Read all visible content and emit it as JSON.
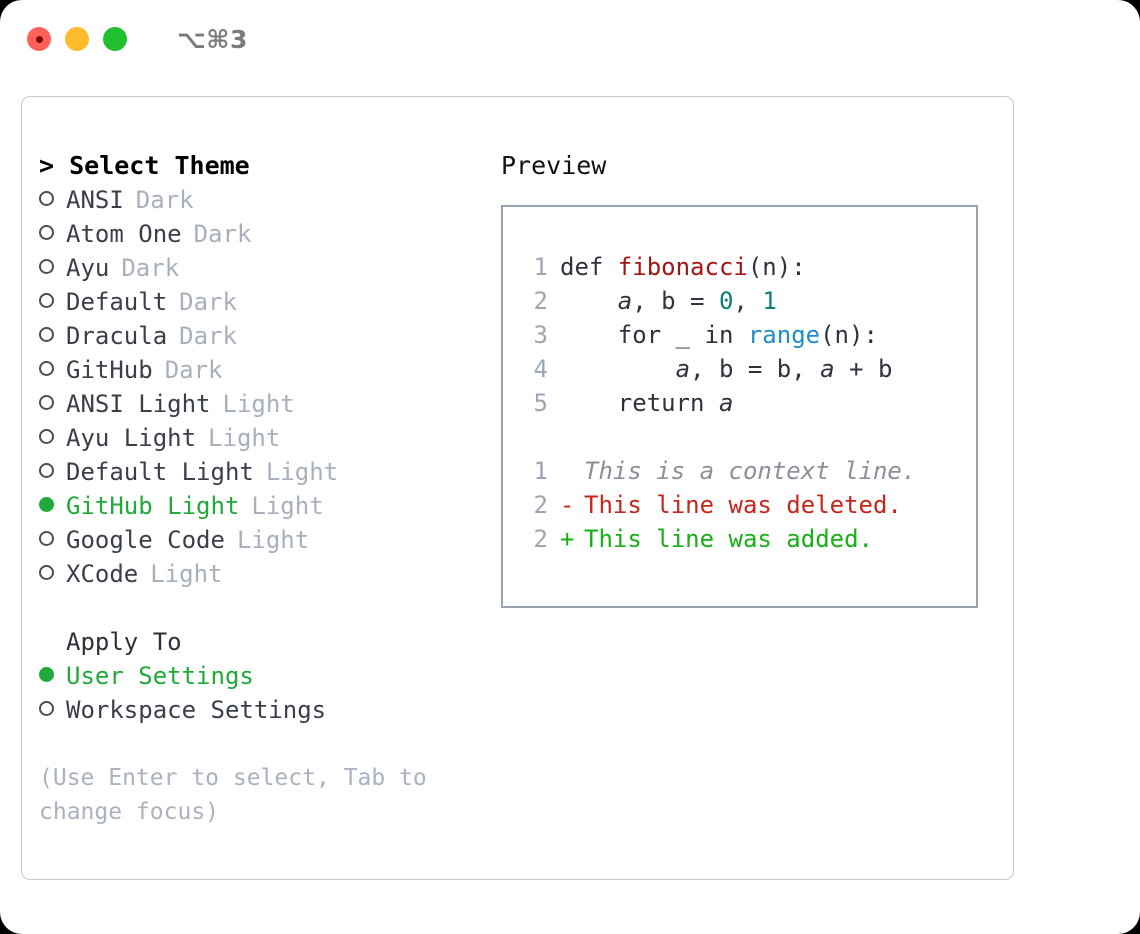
{
  "window": {
    "shortcut": "⌥⌘3",
    "traffic_lights": [
      "close",
      "minimize",
      "maximize"
    ]
  },
  "theme_picker": {
    "header": "> Select Theme",
    "themes": [
      {
        "name": "ANSI",
        "variant": "Dark",
        "selected": false
      },
      {
        "name": "Atom One",
        "variant": "Dark",
        "selected": false
      },
      {
        "name": "Ayu",
        "variant": "Dark",
        "selected": false
      },
      {
        "name": "Default",
        "variant": "Dark",
        "selected": false
      },
      {
        "name": "Dracula",
        "variant": "Dark",
        "selected": false
      },
      {
        "name": "GitHub",
        "variant": "Dark",
        "selected": false
      },
      {
        "name": "ANSI Light",
        "variant": "Light",
        "selected": false
      },
      {
        "name": "Ayu Light",
        "variant": "Light",
        "selected": false
      },
      {
        "name": "Default Light",
        "variant": "Light",
        "selected": false
      },
      {
        "name": "GitHub Light",
        "variant": "Light",
        "selected": true
      },
      {
        "name": "Google Code",
        "variant": "Light",
        "selected": false
      },
      {
        "name": "XCode",
        "variant": "Light",
        "selected": false
      }
    ]
  },
  "apply_to": {
    "label": "Apply To",
    "options": [
      {
        "name": "User Settings",
        "selected": true
      },
      {
        "name": "Workspace Settings",
        "selected": false
      }
    ]
  },
  "hint": "(Use Enter to select, Tab to change focus)",
  "preview": {
    "title": "Preview",
    "code_lines": [
      {
        "number": "1",
        "tokens": [
          {
            "text": "def ",
            "type": "kw"
          },
          {
            "text": "fibonacci",
            "type": "fn"
          },
          {
            "text": "(n):",
            "type": "punc"
          }
        ]
      },
      {
        "number": "2",
        "tokens": [
          {
            "text": "    ",
            "type": "plain"
          },
          {
            "text": "a",
            "type": "var"
          },
          {
            "text": ", ",
            "type": "punc"
          },
          {
            "text": "b",
            "type": "plain"
          },
          {
            "text": " = ",
            "type": "punc"
          },
          {
            "text": "0",
            "type": "num"
          },
          {
            "text": ", ",
            "type": "punc"
          },
          {
            "text": "1",
            "type": "num"
          }
        ]
      },
      {
        "number": "3",
        "tokens": [
          {
            "text": "    for _ in ",
            "type": "kw"
          },
          {
            "text": "range",
            "type": "call"
          },
          {
            "text": "(n):",
            "type": "punc"
          }
        ]
      },
      {
        "number": "4",
        "tokens": [
          {
            "text": "        ",
            "type": "plain"
          },
          {
            "text": "a",
            "type": "var"
          },
          {
            "text": ", ",
            "type": "punc"
          },
          {
            "text": "b",
            "type": "plain"
          },
          {
            "text": " = ",
            "type": "punc"
          },
          {
            "text": "b",
            "type": "plain"
          },
          {
            "text": ", ",
            "type": "punc"
          },
          {
            "text": "a",
            "type": "var"
          },
          {
            "text": " + ",
            "type": "punc"
          },
          {
            "text": "b",
            "type": "plain"
          }
        ]
      },
      {
        "number": "5",
        "tokens": [
          {
            "text": "    return ",
            "type": "kw"
          },
          {
            "text": "a",
            "type": "var"
          }
        ]
      }
    ],
    "diff_lines": [
      {
        "number": "1",
        "mark": " ",
        "text": "This is a context line.",
        "type": "context"
      },
      {
        "number": "2",
        "mark": "-",
        "text": "This line was deleted.",
        "type": "deleted"
      },
      {
        "number": "2",
        "mark": "+",
        "text": "This line was added.",
        "type": "added"
      }
    ]
  },
  "colors": {
    "accent_green": "#21a93c",
    "muted_gray": "#a8b0bd",
    "hint_gray": "#aab2bf",
    "text_dark": "#3a3f4b",
    "lineno_gray": "#9aa6b2",
    "panel_border": "#c3c9d4",
    "preview_border": "#97a3b0",
    "diff_deleted": "#c8261c",
    "diff_added": "#16b016",
    "diff_context": "#8a8f99",
    "token_function": "#a31515",
    "token_number": "#0d7e77",
    "token_call": "#1f8ec4"
  }
}
